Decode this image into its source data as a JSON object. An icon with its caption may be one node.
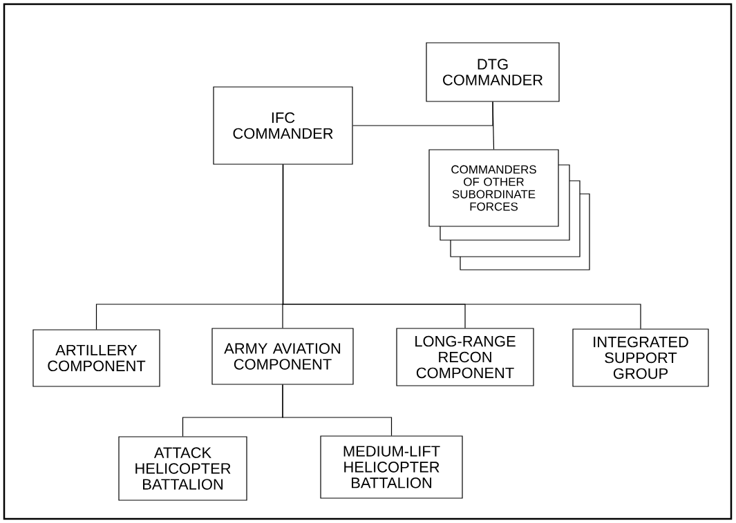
{
  "diagram": {
    "nodes": [
      {
        "text": [
          "DTG COMMANDER"
        ]
      },
      {
        "text": [
          "IFC COMMANDER"
        ]
      },
      {
        "text": [
          "COMMANDERS OF OTHER SUBORDINATE FORCES"
        ]
      },
      {
        "text": [
          "ARTILLERY COMPONENT"
        ]
      },
      {
        "text": [
          "ARMY AVIATION COMPONENT"
        ]
      },
      {
        "text": [
          "LONG-RANGE RECON COMPONENT"
        ]
      },
      {
        "text": [
          "INTEGRATED SUPPORT GROUP"
        ]
      },
      {
        "text": [
          "ATTACK HELICOPTER BATTALION"
        ]
      },
      {
        "text": [
          "MEDIUM-LIFT HELICOPTER BATTALION"
        ]
      }
    ],
    "edges": [
      {
        "from": 0,
        "to": 1,
        "arrow": "none"
      },
      {
        "from": 0,
        "to": 2,
        "arrow": "none"
      },
      {
        "from": 1,
        "to": 3,
        "arrow": "none"
      },
      {
        "from": 1,
        "to": 4,
        "arrow": "none"
      },
      {
        "from": 1,
        "to": 5,
        "arrow": "none"
      },
      {
        "from": 1,
        "to": 6,
        "arrow": "none"
      },
      {
        "from": 4,
        "to": 7,
        "arrow": "none"
      },
      {
        "from": 4,
        "to": 8,
        "arrow": "none"
      }
    ]
  }
}
